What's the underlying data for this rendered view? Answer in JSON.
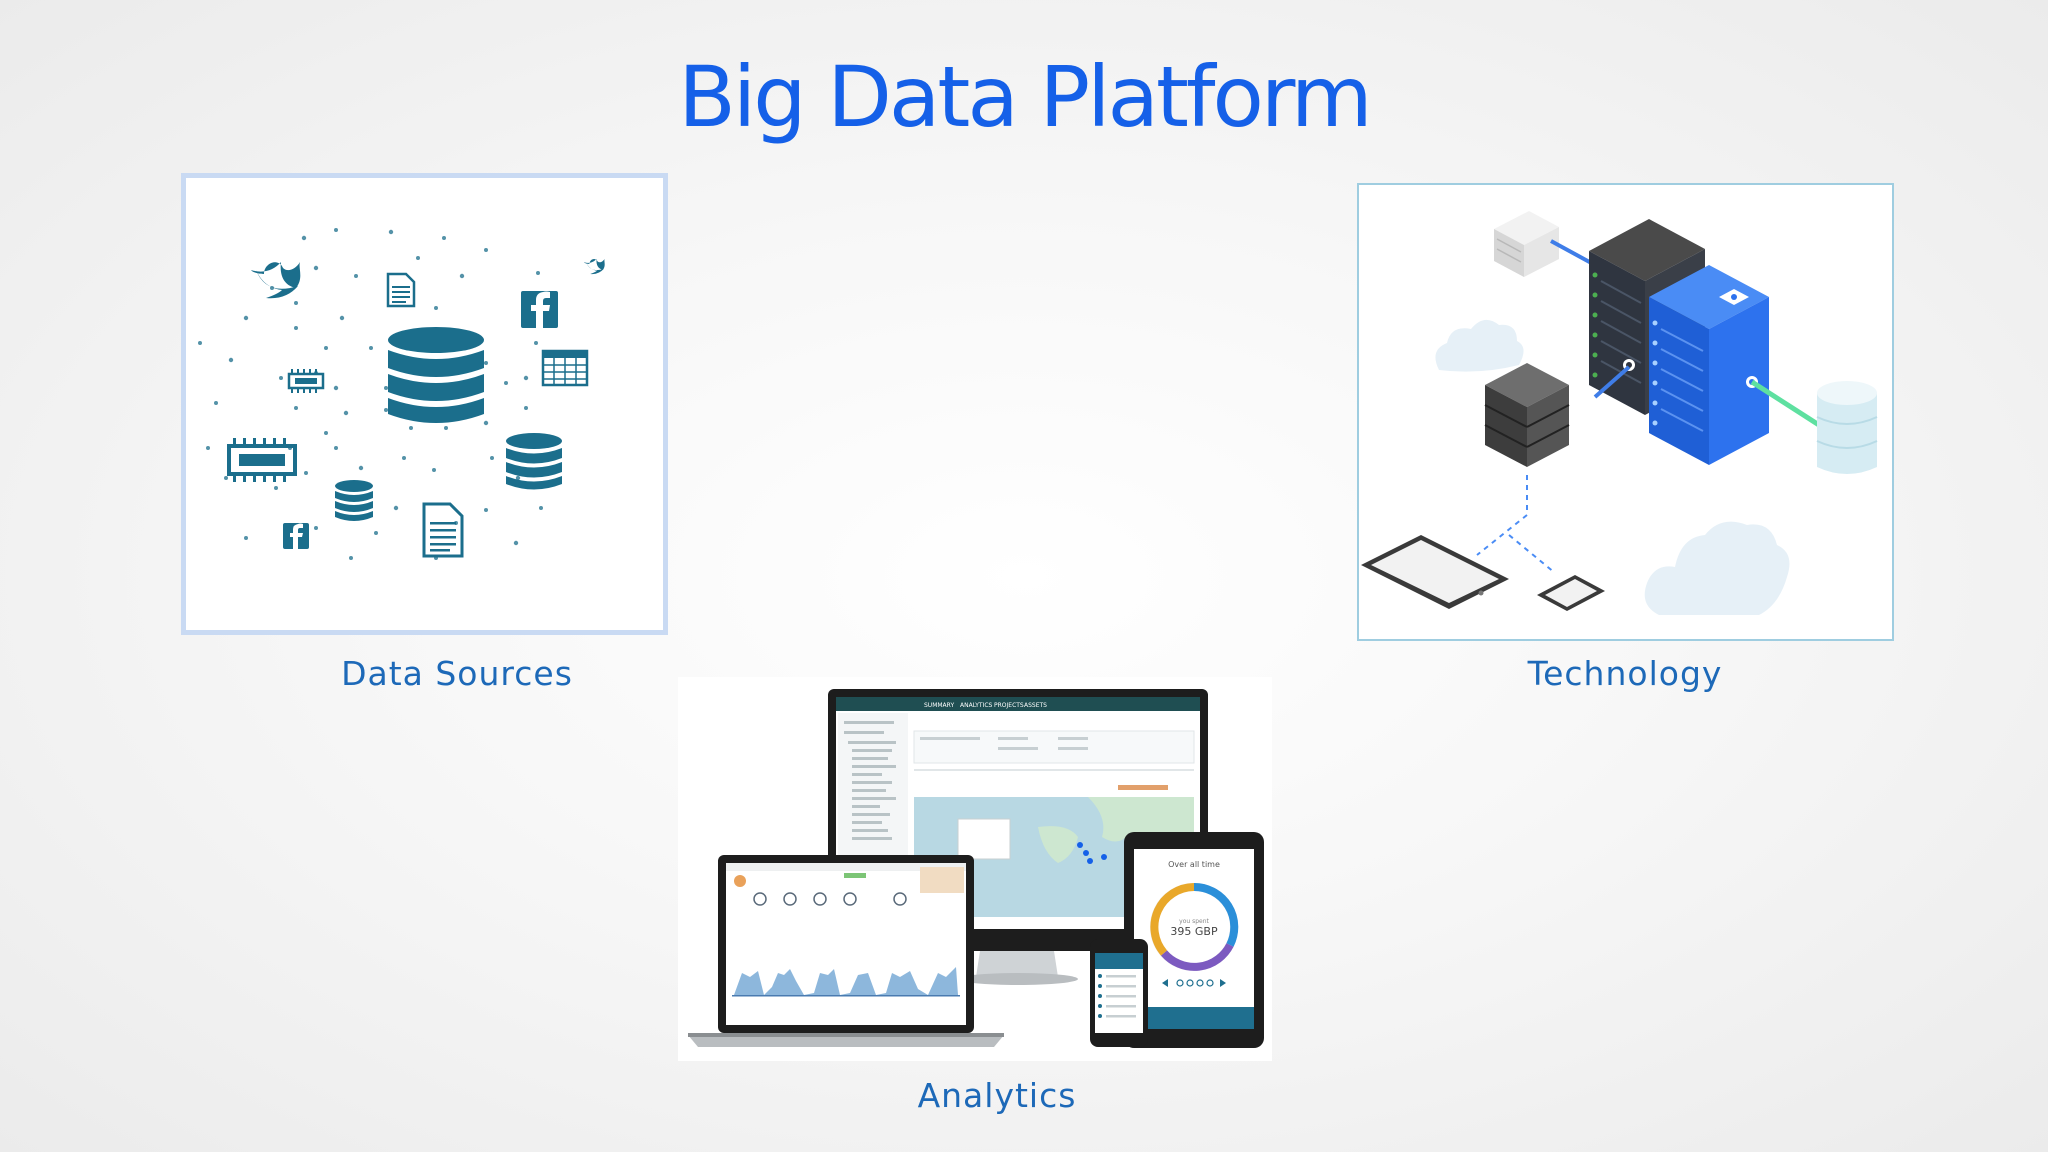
{
  "slide": {
    "title": "Big Data Platform",
    "accent_color": "#1560e8",
    "caption_color": "#1d69b8"
  },
  "panels": {
    "sources": {
      "caption": "Data Sources",
      "icons": [
        "twitter-icon",
        "document-icon",
        "facebook-icon",
        "database-icon",
        "table-icon",
        "memory-chip-icon"
      ],
      "icon_color": "#1b6e8c"
    },
    "technology": {
      "caption": "Technology",
      "icons": [
        "server-rack-icon",
        "cloud-icon",
        "database-icon",
        "tablet-icon",
        "phone-icon"
      ]
    },
    "analytics": {
      "caption": "Analytics",
      "devices": [
        "monitor",
        "laptop",
        "tablet",
        "phone"
      ],
      "monitor_nav": [
        "SUMMARY",
        "ANALYTICS",
        "PROJECTS",
        "ASSETS"
      ],
      "tablet_heading": "Over all time",
      "tablet_sub": "you spent",
      "tablet_value": "395 GBP"
    }
  }
}
